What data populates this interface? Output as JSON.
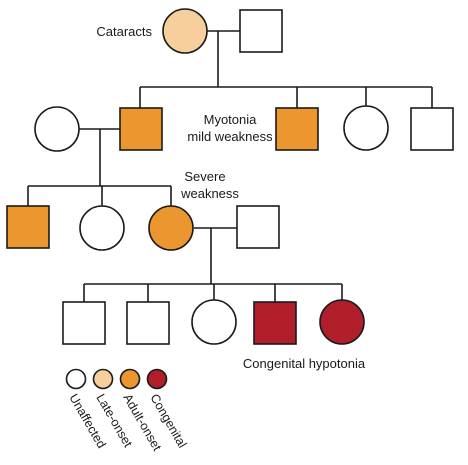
{
  "colors": {
    "unaffected": "#ffffff",
    "late_onset": "#f6cf9d",
    "adult_onset": "#ec9630",
    "congenital": "#b01e2a",
    "line": "#1a1a1a"
  },
  "labels": {
    "cataracts": "Cataracts",
    "myotonia": "Myotonia",
    "mild_weakness": "mild weakness",
    "severe": "Severe",
    "weakness": "weakness",
    "congenital_hypotonia": "Congenital hypotonia"
  },
  "legend": {
    "unaffected": "Unaffected",
    "late_onset": "Late-onset",
    "adult_onset": "Adult-onset",
    "congenital": "Congenital"
  },
  "generations": [
    {
      "individuals": [
        {
          "id": "g1-female",
          "sex": "female",
          "status": "late_onset"
        },
        {
          "id": "g1-male",
          "sex": "male",
          "status": "unaffected"
        }
      ]
    },
    {
      "individuals": [
        {
          "id": "g2-spouse-female",
          "sex": "female",
          "status": "unaffected"
        },
        {
          "id": "g2-male-1",
          "sex": "male",
          "status": "adult_onset"
        },
        {
          "id": "g2-male-2",
          "sex": "male",
          "status": "adult_onset"
        },
        {
          "id": "g2-female",
          "sex": "female",
          "status": "unaffected"
        },
        {
          "id": "g2-male-3",
          "sex": "male",
          "status": "unaffected"
        }
      ]
    },
    {
      "individuals": [
        {
          "id": "g3-male-1",
          "sex": "male",
          "status": "adult_onset"
        },
        {
          "id": "g3-female-1",
          "sex": "female",
          "status": "unaffected"
        },
        {
          "id": "g3-female-2",
          "sex": "female",
          "status": "adult_onset"
        },
        {
          "id": "g3-spouse-male",
          "sex": "male",
          "status": "unaffected"
        }
      ]
    },
    {
      "individuals": [
        {
          "id": "g4-male-1",
          "sex": "male",
          "status": "unaffected"
        },
        {
          "id": "g4-male-2",
          "sex": "male",
          "status": "unaffected"
        },
        {
          "id": "g4-female-1",
          "sex": "female",
          "status": "unaffected"
        },
        {
          "id": "g4-male-3",
          "sex": "male",
          "status": "congenital"
        },
        {
          "id": "g4-female-2",
          "sex": "female",
          "status": "congenital"
        }
      ]
    }
  ]
}
